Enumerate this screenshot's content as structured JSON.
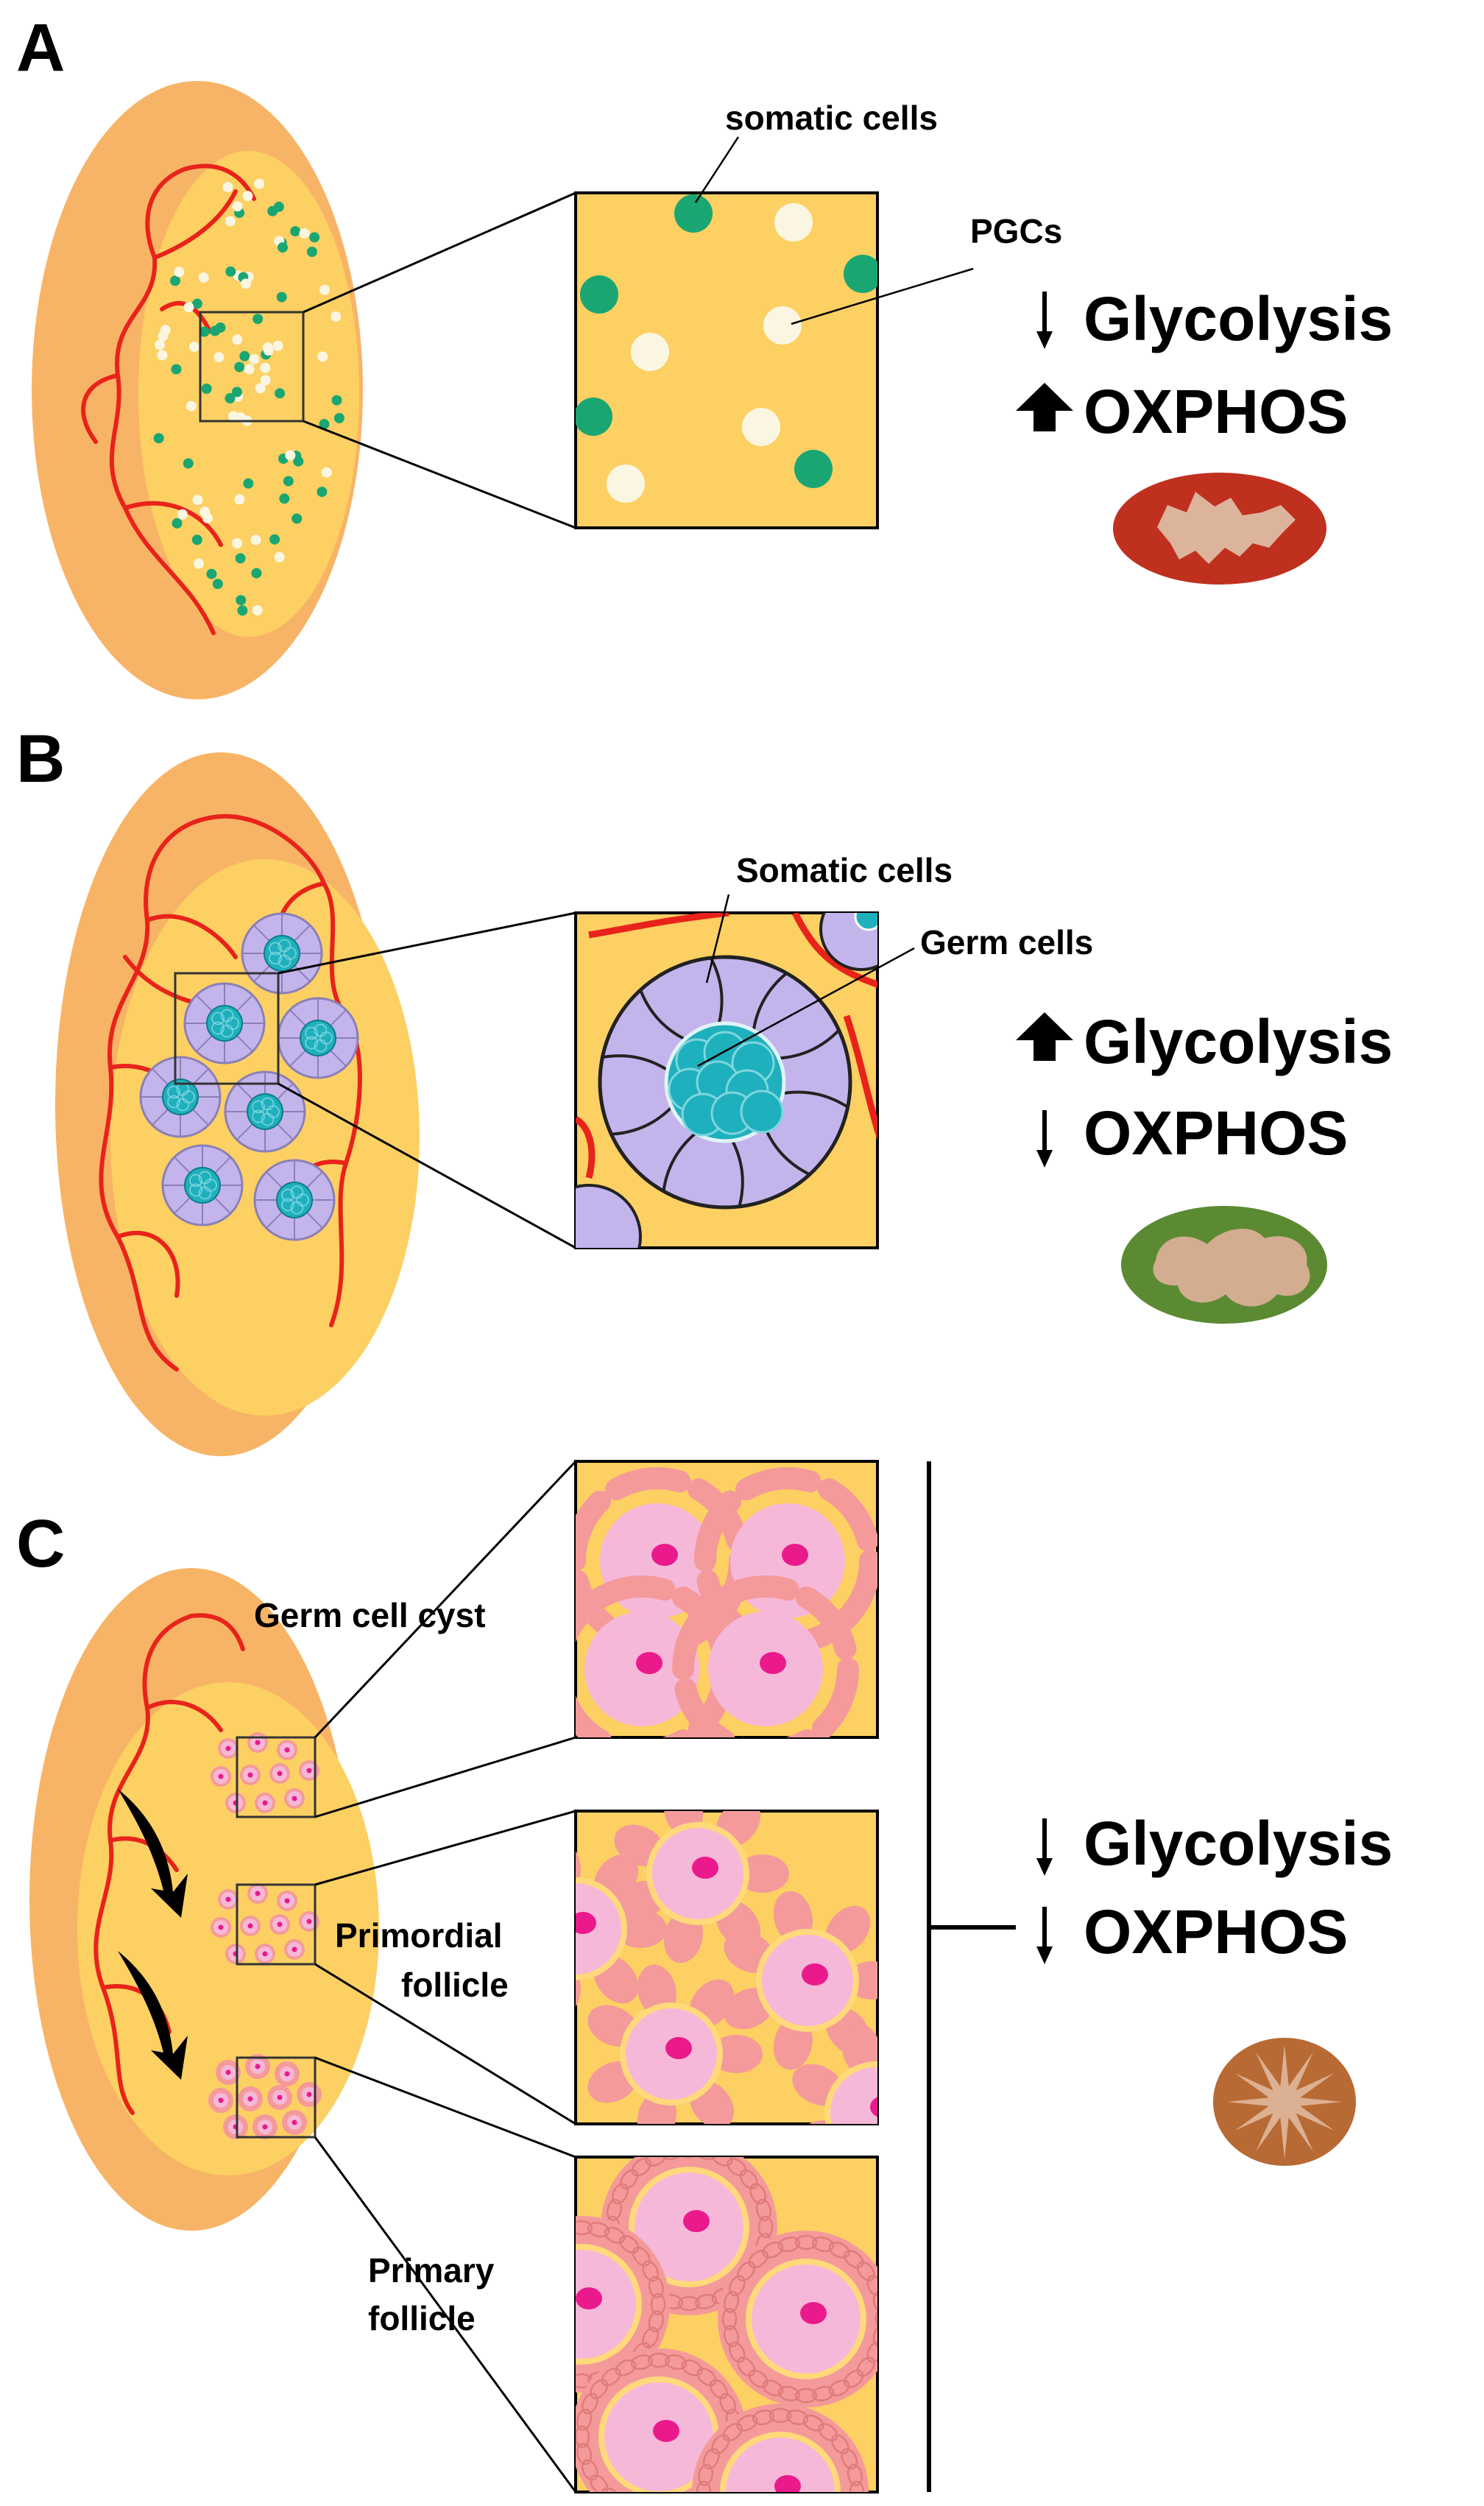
{
  "panels": {
    "a": {
      "letter": "A",
      "label_somatic": "somatic cells",
      "label_pgcs": "PGCs",
      "glycolysis": "Glycolysis",
      "oxphos": "OXPHOS",
      "glycolysis_arrow": "down-thin-arrow-icon",
      "oxphos_arrow": "up-bold-arrow-icon",
      "mito_color": "#c0301e"
    },
    "b": {
      "letter": "B",
      "label_somatic": "Somatic cells",
      "label_germ": "Germ cells",
      "glycolysis": "Glycolysis",
      "oxphos": "OXPHOS",
      "glycolysis_arrow": "up-bold-arrow-icon",
      "oxphos_arrow": "down-thin-arrow-icon",
      "mito_color": "#5c8a32"
    },
    "c": {
      "letter": "C",
      "label_cyst": "Germ cell cyst",
      "label_primordial_1": "Primordial",
      "label_primordial_2": "follicle",
      "label_primary_1": "Primary",
      "label_primary_2": "follicle",
      "glycolysis": "Glycolysis",
      "oxphos": "OXPHOS",
      "glycolysis_arrow": "down-thin-arrow-icon",
      "oxphos_arrow": "down-thin-arrow-icon",
      "mito_color": "#b86a34"
    }
  },
  "colors": {
    "outer_gonad": "#f8b466",
    "inner_gonad": "#fdd063",
    "vessel": "#e8231b",
    "somatic_dot": "#1aa673",
    "pgc_dot": "#fbf6e2",
    "somatic_cell": "#c4b4ec",
    "germ_cell": "#1fb0bd",
    "oocyte": "#f6b8d8",
    "nucleus": "#ea1a8c",
    "granulosa": "#f49a9a"
  }
}
